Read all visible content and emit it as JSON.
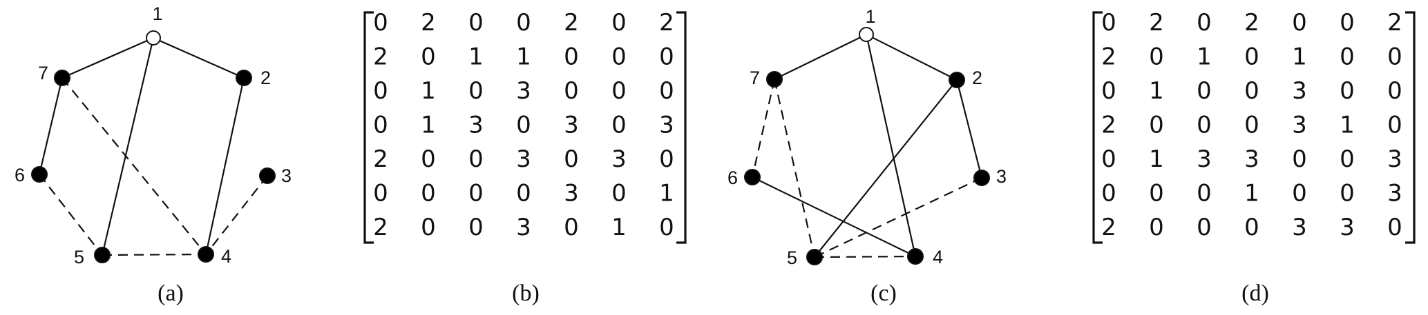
{
  "figure_a": {
    "caption": "(a)",
    "nodes": [
      {
        "id": "1",
        "label": "1",
        "filled": false
      },
      {
        "id": "2",
        "label": "2",
        "filled": true
      },
      {
        "id": "3",
        "label": "3",
        "filled": true
      },
      {
        "id": "4",
        "label": "4",
        "filled": true
      },
      {
        "id": "5",
        "label": "5",
        "filled": true
      },
      {
        "id": "6",
        "label": "6",
        "filled": true
      },
      {
        "id": "7",
        "label": "7",
        "filled": true
      }
    ],
    "edges": [
      {
        "from": "1",
        "to": "7",
        "style": "solid"
      },
      {
        "from": "1",
        "to": "2",
        "style": "solid"
      },
      {
        "from": "1",
        "to": "5",
        "style": "solid"
      },
      {
        "from": "7",
        "to": "6",
        "style": "solid"
      },
      {
        "from": "2",
        "to": "4",
        "style": "solid"
      },
      {
        "from": "7",
        "to": "4",
        "style": "dashed"
      },
      {
        "from": "6",
        "to": "5",
        "style": "dashed"
      },
      {
        "from": "3",
        "to": "4",
        "style": "dashed"
      },
      {
        "from": "5",
        "to": "4",
        "style": "dashed"
      }
    ]
  },
  "figure_b": {
    "caption": "(b)",
    "matrix": [
      [
        "0",
        "2",
        "0",
        "0",
        "2",
        "0",
        "2"
      ],
      [
        "2",
        "0",
        "1",
        "1",
        "0",
        "0",
        "0"
      ],
      [
        "0",
        "1",
        "0",
        "3",
        "0",
        "0",
        "0"
      ],
      [
        "0",
        "1",
        "3",
        "0",
        "3",
        "0",
        "3"
      ],
      [
        "2",
        "0",
        "0",
        "3",
        "0",
        "3",
        "0"
      ],
      [
        "0",
        "0",
        "0",
        "0",
        "3",
        "0",
        "1"
      ],
      [
        "2",
        "0",
        "0",
        "3",
        "0",
        "1",
        "0"
      ]
    ]
  },
  "figure_c": {
    "caption": "(c)",
    "nodes": [
      {
        "id": "1",
        "label": "1",
        "filled": false
      },
      {
        "id": "2",
        "label": "2",
        "filled": true
      },
      {
        "id": "3",
        "label": "3",
        "filled": true
      },
      {
        "id": "4",
        "label": "4",
        "filled": true
      },
      {
        "id": "5",
        "label": "5",
        "filled": true
      },
      {
        "id": "6",
        "label": "6",
        "filled": true
      },
      {
        "id": "7",
        "label": "7",
        "filled": true
      }
    ],
    "edges": [
      {
        "from": "1",
        "to": "7",
        "style": "solid"
      },
      {
        "from": "1",
        "to": "2",
        "style": "solid"
      },
      {
        "from": "1",
        "to": "4",
        "style": "solid"
      },
      {
        "from": "2",
        "to": "3",
        "style": "solid"
      },
      {
        "from": "2",
        "to": "5",
        "style": "solid"
      },
      {
        "from": "6",
        "to": "4",
        "style": "solid"
      },
      {
        "from": "7",
        "to": "6",
        "style": "dashed"
      },
      {
        "from": "7",
        "to": "5",
        "style": "dashed"
      },
      {
        "from": "3",
        "to": "5",
        "style": "dashed"
      },
      {
        "from": "5",
        "to": "4",
        "style": "dashed"
      }
    ]
  },
  "figure_d": {
    "caption": "(d)",
    "matrix": [
      [
        "0",
        "2",
        "0",
        "2",
        "0",
        "0",
        "2"
      ],
      [
        "2",
        "0",
        "1",
        "0",
        "1",
        "0",
        "0"
      ],
      [
        "0",
        "1",
        "0",
        "0",
        "3",
        "0",
        "0"
      ],
      [
        "2",
        "0",
        "0",
        "0",
        "3",
        "1",
        "0"
      ],
      [
        "0",
        "1",
        "3",
        "3",
        "0",
        "0",
        "3"
      ],
      [
        "0",
        "0",
        "0",
        "1",
        "0",
        "0",
        "3"
      ],
      [
        "2",
        "0",
        "0",
        "0",
        "3",
        "3",
        "0"
      ]
    ]
  }
}
